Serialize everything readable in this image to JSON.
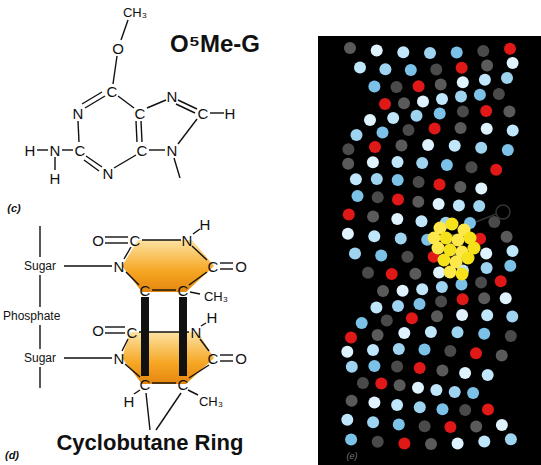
{
  "diagram": {
    "labels": [
      "CH₃",
      "O",
      "O⁵Me-G",
      "C",
      "N",
      "C",
      "N",
      "C",
      "H",
      "C",
      "N",
      "C",
      "N",
      "H",
      "N",
      "H",
      "(c)",
      "O",
      "C",
      "N",
      "H",
      "Sugar",
      "N",
      "C",
      "O",
      "C",
      "C",
      "CH₃",
      "Phosphate",
      "O",
      "C",
      "N",
      "H",
      "Sugar",
      "N",
      "C",
      "O",
      "C",
      "C",
      "H",
      "CH₃",
      "Cyclobutane Ring",
      "(d)",
      "(e)"
    ]
  }
}
